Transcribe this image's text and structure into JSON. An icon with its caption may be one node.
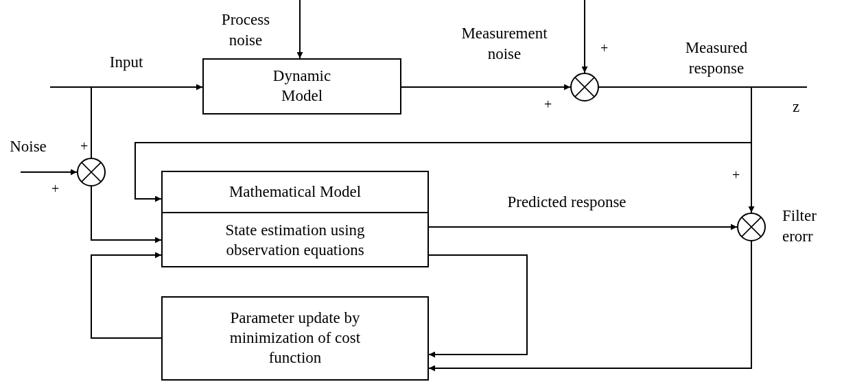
{
  "diagram": {
    "nodes": [
      {
        "text": [
          "Dynamic Model"
        ]
      },
      {
        "text": [],
        "shape": "circle"
      },
      {
        "text": [],
        "shape": "circle"
      },
      {
        "text": [
          "Mathematical Model",
          "State estimation using observation equations"
        ]
      },
      {
        "text": [],
        "shape": "circle",
        "beside": [
          "Filter erorr"
        ]
      },
      {
        "text": [
          "Parameter update by minimization of cost function"
        ]
      }
    ],
    "edges": [
      {
        "from": null,
        "to": 0,
        "arrow": "to",
        "label": "Input"
      },
      {
        "from": null,
        "to": 0,
        "arrow": "to",
        "label": "Process noise"
      },
      {
        "from": 0,
        "to": 1,
        "arrow": "to"
      },
      {
        "from": null,
        "to": 1,
        "arrow": "to",
        "label": "Measurement noise"
      },
      {
        "from": 1,
        "to": null,
        "arrow": "none",
        "label": "Measured response"
      },
      {
        "from": 1,
        "to": 4,
        "arrow": "to"
      },
      {
        "from": 1,
        "to": 3,
        "arrow": "to"
      },
      {
        "from": null,
        "to": 2,
        "arrow": "none"
      },
      {
        "from": null,
        "to": 2,
        "arrow": "to",
        "label": "Noise"
      },
      {
        "from": 2,
        "to": 3,
        "arrow": "to"
      },
      {
        "from": 3,
        "to": 4,
        "arrow": "to",
        "label": "Predicted response"
      },
      {
        "from": 3,
        "to": 5,
        "arrow": "to"
      },
      {
        "from": 4,
        "to": 5,
        "arrow": "to"
      },
      {
        "from": 5,
        "to": 3,
        "arrow": "to"
      }
    ],
    "labels": [
      "+",
      "+",
      "+",
      "+",
      "z",
      "+"
    ]
  }
}
